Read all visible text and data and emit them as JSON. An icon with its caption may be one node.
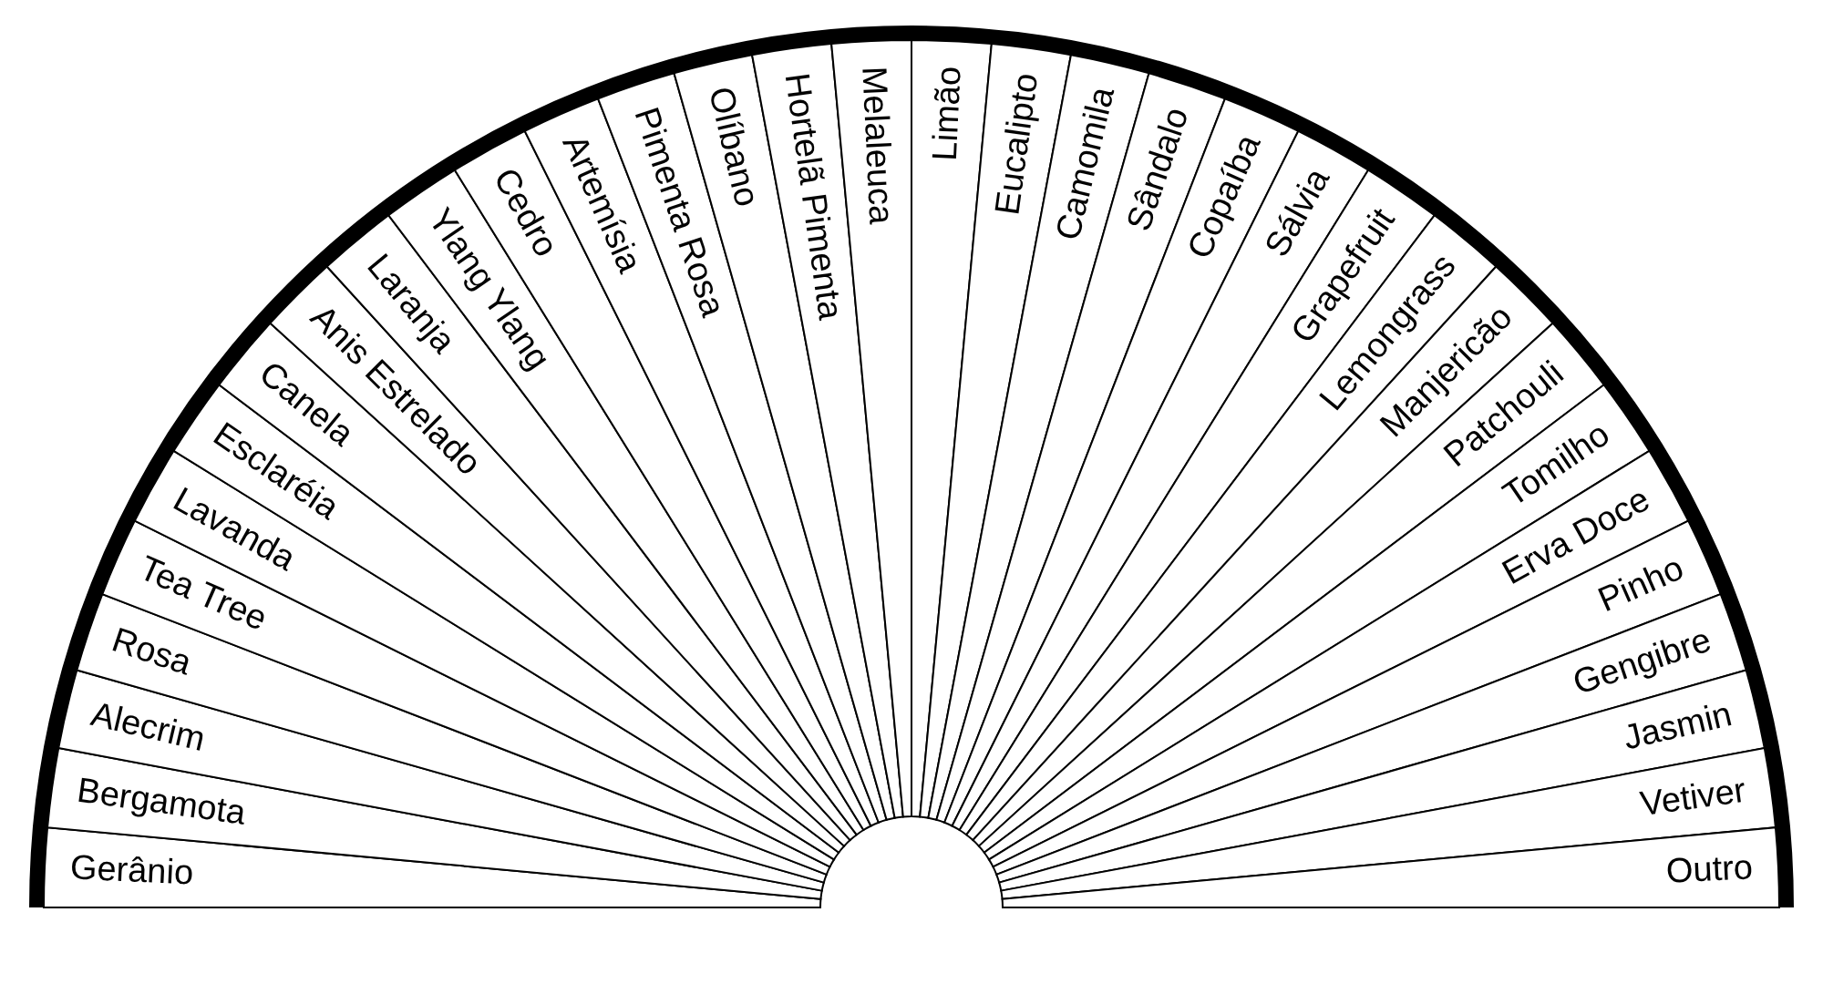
{
  "diagram": {
    "nodes": [
      {
        "text": [
          "Gerânio"
        ]
      },
      {
        "text": [
          "Bergamota"
        ]
      },
      {
        "text": [
          "Alecrim"
        ]
      },
      {
        "text": [
          "Rosa"
        ]
      },
      {
        "text": [
          "Tea Tree"
        ]
      },
      {
        "text": [
          "Lavanda"
        ]
      },
      {
        "text": [
          "Esclaréia"
        ]
      },
      {
        "text": [
          "Canela"
        ]
      },
      {
        "text": [
          "Anis Estrelado"
        ]
      },
      {
        "text": [
          "Laranja"
        ]
      },
      {
        "text": [
          "Ylang Ylang"
        ]
      },
      {
        "text": [
          "Cedro"
        ]
      },
      {
        "text": [
          "Artemísia"
        ]
      },
      {
        "text": [
          "Pimenta Rosa"
        ]
      },
      {
        "text": [
          "Olíbano"
        ]
      },
      {
        "text": [
          "Hortelã Pimenta"
        ]
      },
      {
        "text": [
          "Melaleuca"
        ]
      },
      {
        "text": [
          "Limão"
        ]
      },
      {
        "text": [
          "Eucalipto"
        ]
      },
      {
        "text": [
          "Camomila"
        ]
      },
      {
        "text": [
          "Sândalo"
        ]
      },
      {
        "text": [
          "Copaíba"
        ]
      },
      {
        "text": [
          "Sálvia"
        ]
      },
      {
        "text": [
          "Grapefruit"
        ]
      },
      {
        "text": [
          "Lemongrass"
        ]
      },
      {
        "text": [
          "Manjericão"
        ]
      },
      {
        "text": [
          "Patchouli"
        ]
      },
      {
        "text": [
          "Tomilho"
        ]
      },
      {
        "text": [
          "Erva Doce"
        ]
      },
      {
        "text": [
          "Pinho"
        ]
      },
      {
        "text": [
          "Gengibre"
        ]
      },
      {
        "text": [
          "Jasmin"
        ]
      },
      {
        "text": [
          "Vetiver"
        ]
      },
      {
        "text": [
          "Outro"
        ]
      }
    ]
  }
}
